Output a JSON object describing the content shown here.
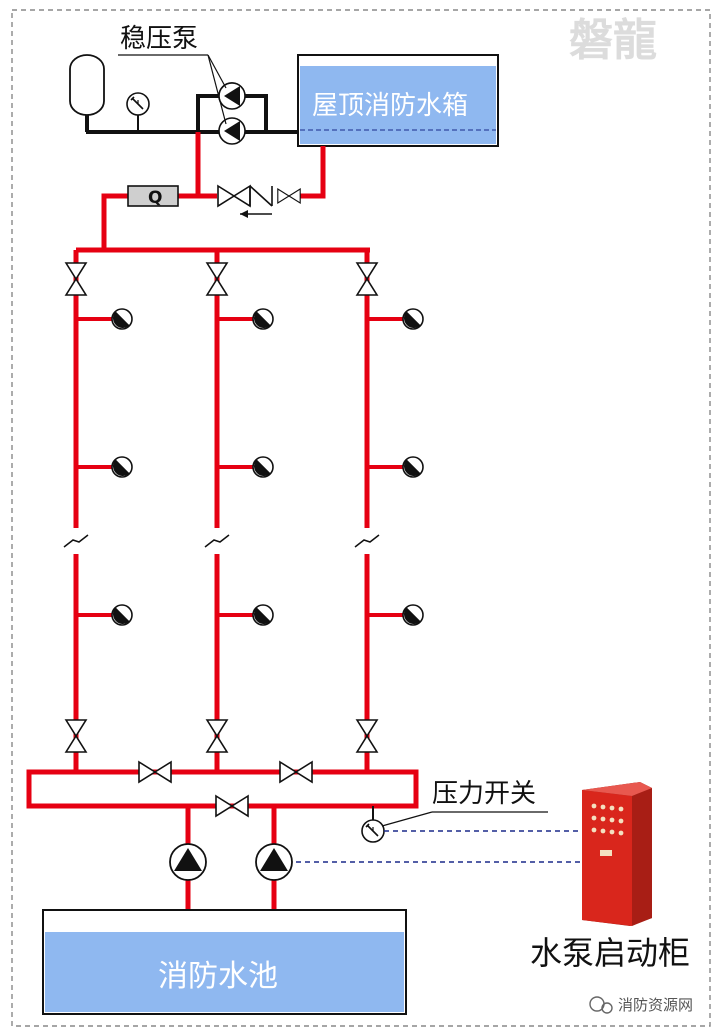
{
  "labels": {
    "jockey_pump": "稳压泵",
    "roof_tank": "屋顶消防水箱",
    "pressure_switch": "压力开关",
    "fire_pool": "消防水池",
    "pump_cabinet": "水泵启动柜",
    "flow_switch": "Q"
  },
  "watermark": "磐龍",
  "footer": "消防资源网",
  "colors": {
    "pipe": "#e60012",
    "black_pipe": "#111111",
    "water": "#8fb8f0",
    "cabinet": "#d9261c",
    "signal": "#1a2a8a",
    "border": "#888888"
  },
  "risers": 3,
  "sprinklers_per_riser": 3
}
